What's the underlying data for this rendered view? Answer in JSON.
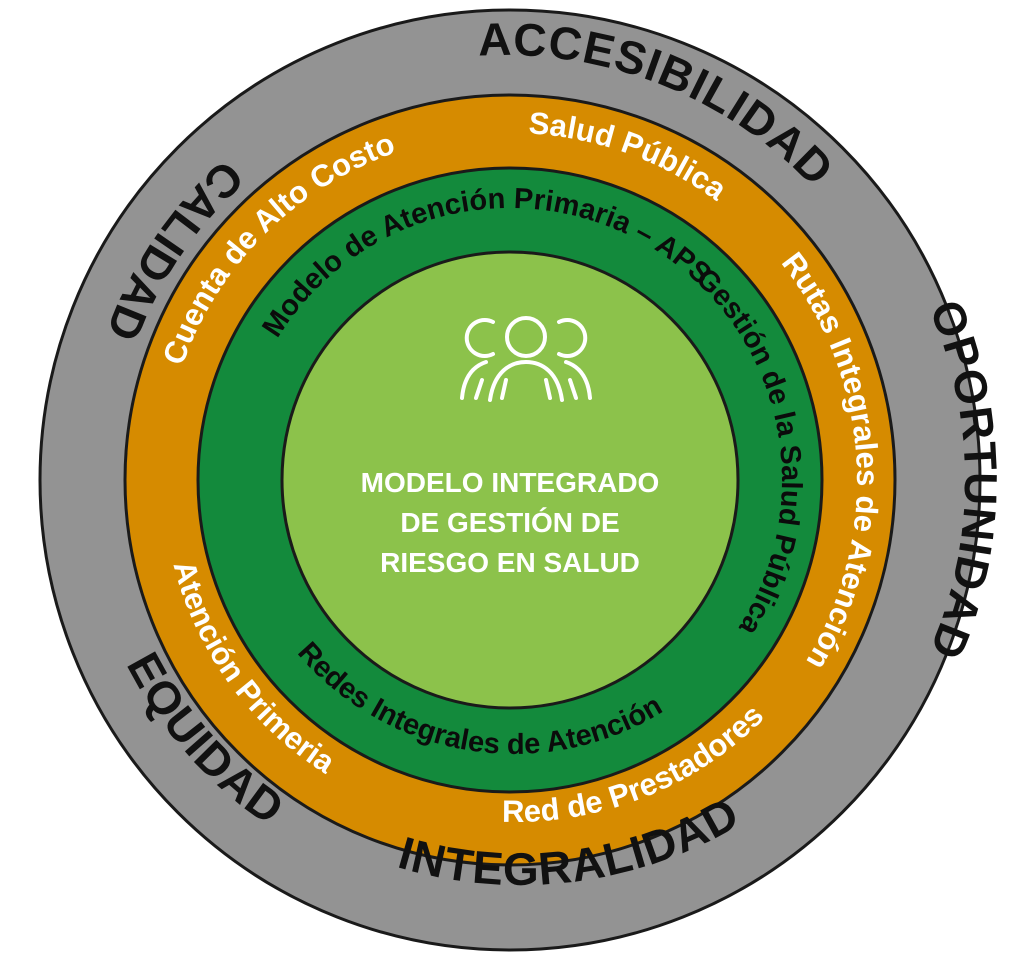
{
  "diagram": {
    "center": {
      "icon": "people-group-icon",
      "title_lines": [
        "MODELO INTEGRADO",
        "DE GESTIÓN DE",
        "RIESGO EN SALUD"
      ]
    },
    "outer_ring": {
      "color": "#939393",
      "labels": {
        "top": "ACCESIBILIDAD",
        "right": "OPORTUNIDAD",
        "bottom": "INTEGRALIDAD",
        "lower_left": "EQUIDAD",
        "upper_left": "CALIDAD"
      }
    },
    "orange_ring": {
      "color": "#d68b00",
      "labels": {
        "top": "Salud Pública",
        "right": "Rutas Integrales de Atención",
        "bottom": "Red de Prestadores",
        "left_lower": "Atención Primeria",
        "left_upper": "Cuenta de Alto Costo"
      }
    },
    "green_ring": {
      "color": "#138a3c",
      "labels": {
        "top": "Modelo de Atención Primaria – APS",
        "right": "Gestión de la Salud Pública",
        "bottom": "Redes Integrales de Atención"
      }
    },
    "center_color": "#8cc24b"
  }
}
